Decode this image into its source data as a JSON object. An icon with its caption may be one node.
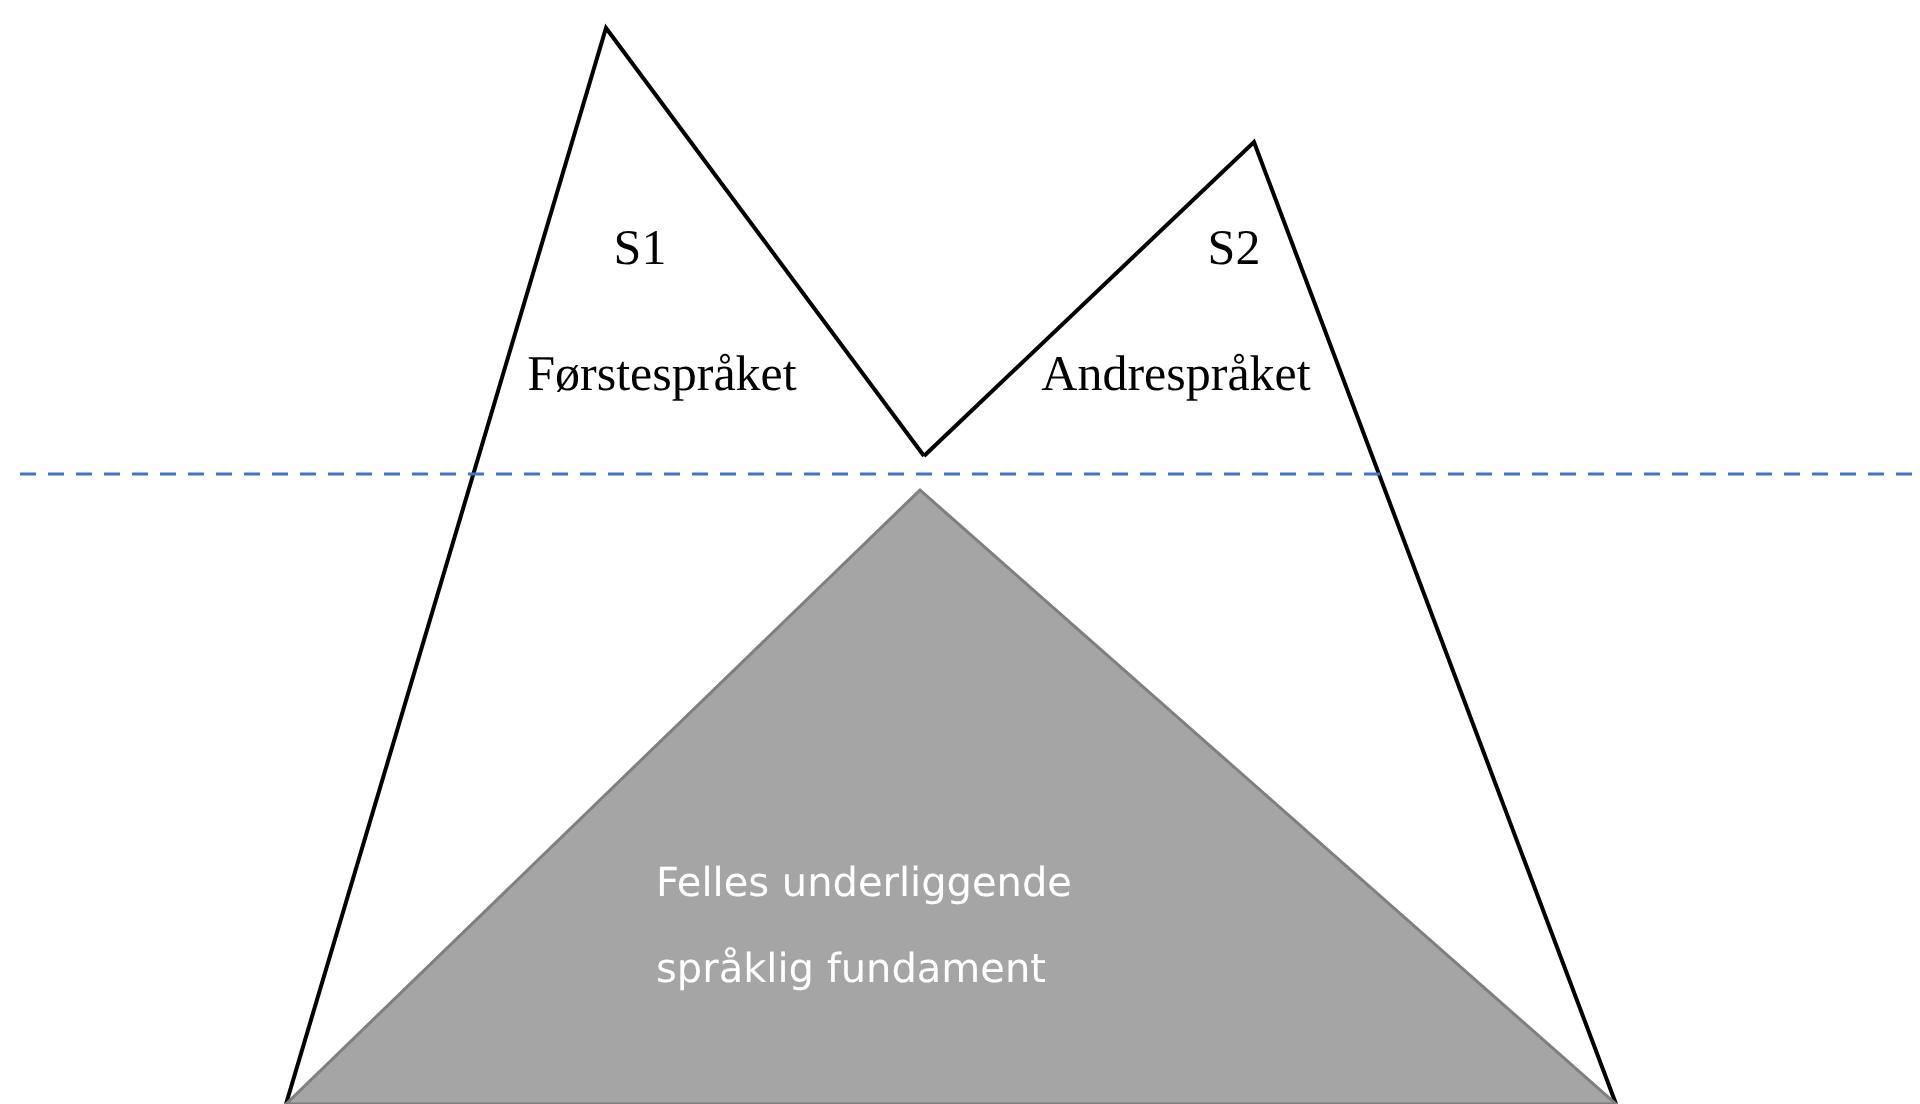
{
  "diagram": {
    "nodes": [
      {
        "text": [
          "S1",
          "Førstespråket"
        ]
      },
      {
        "text": [
          "S2",
          "Andrespråket"
        ]
      },
      {
        "text": [
          "Felles underliggende språklig fundament"
        ]
      }
    ]
  }
}
